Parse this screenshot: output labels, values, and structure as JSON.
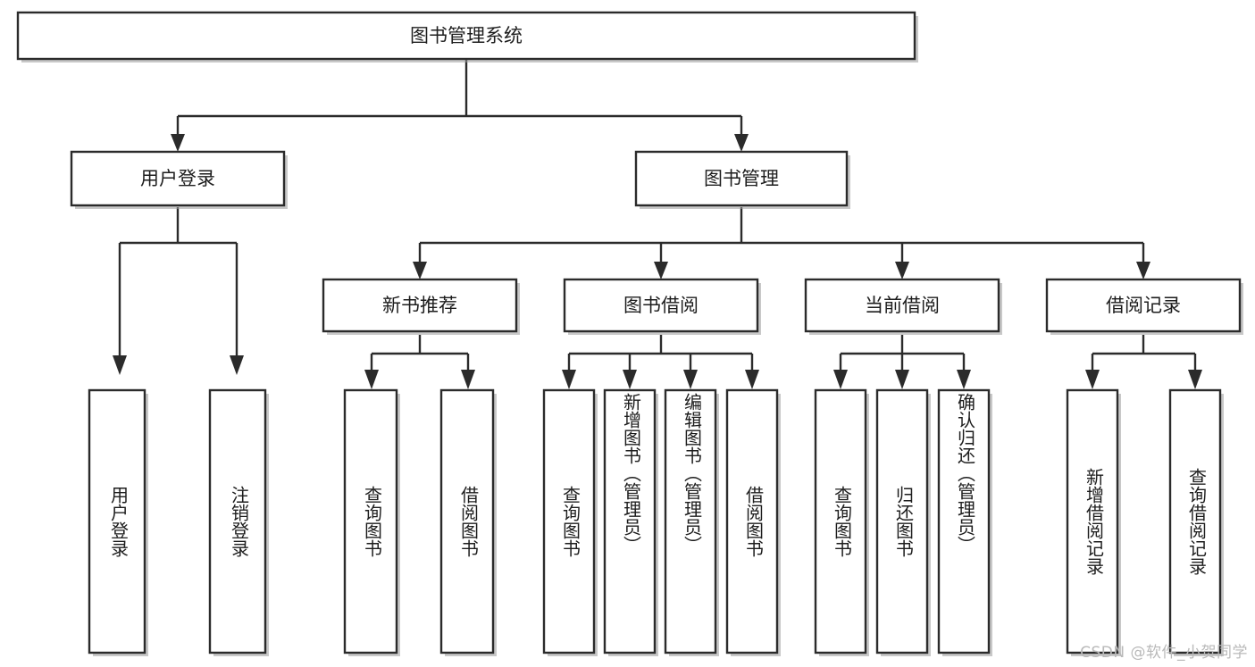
{
  "diagram": {
    "type": "tree",
    "title": "图书管理系统",
    "watermark": "CSDN @软件_小贺同学",
    "colors": {
      "stroke": "#2b2b2b",
      "fill": "#ffffff",
      "text": "#1d1d1d",
      "watermark": "#b9b9b9",
      "background": "#ffffff"
    },
    "levels": {
      "level1": [
        {
          "id": "root",
          "label": "图书管理系统"
        }
      ],
      "level2": [
        {
          "id": "user-login",
          "label": "用户登录",
          "parent": "root"
        },
        {
          "id": "book-manage",
          "label": "图书管理",
          "parent": "root"
        }
      ],
      "level3": [
        {
          "id": "new-book-rec",
          "label": "新书推荐",
          "parent": "book-manage"
        },
        {
          "id": "book-borrow",
          "label": "图书借阅",
          "parent": "book-manage"
        },
        {
          "id": "current-borrow",
          "label": "当前借阅",
          "parent": "book-manage"
        },
        {
          "id": "borrow-record",
          "label": "借阅记录",
          "parent": "book-manage"
        }
      ],
      "leaves": [
        {
          "id": "leaf-user-login",
          "label": "用户登录",
          "parent": "user-login"
        },
        {
          "id": "leaf-logout",
          "label": "注销登录",
          "parent": "user-login"
        },
        {
          "id": "leaf-query-book-1",
          "label": "查询图书",
          "parent": "new-book-rec"
        },
        {
          "id": "leaf-borrow-book-1",
          "label": "借阅图书",
          "parent": "new-book-rec"
        },
        {
          "id": "leaf-query-book-2",
          "label": "查询图书",
          "parent": "book-borrow"
        },
        {
          "id": "leaf-add-book",
          "label": "新增图书（管理员）",
          "parent": "book-borrow"
        },
        {
          "id": "leaf-edit-book",
          "label": "编辑图书（管理员）",
          "parent": "book-borrow"
        },
        {
          "id": "leaf-borrow-book-2",
          "label": "借阅图书",
          "parent": "book-borrow"
        },
        {
          "id": "leaf-query-book-3",
          "label": "查询图书",
          "parent": "current-borrow"
        },
        {
          "id": "leaf-return-book",
          "label": "归还图书",
          "parent": "current-borrow"
        },
        {
          "id": "leaf-confirm-return",
          "label": "确认归还（管理员）",
          "parent": "current-borrow"
        },
        {
          "id": "leaf-add-record",
          "label": "新增借阅记录",
          "parent": "borrow-record"
        },
        {
          "id": "leaf-query-record",
          "label": "查询借阅记录",
          "parent": "borrow-record"
        }
      ]
    }
  }
}
